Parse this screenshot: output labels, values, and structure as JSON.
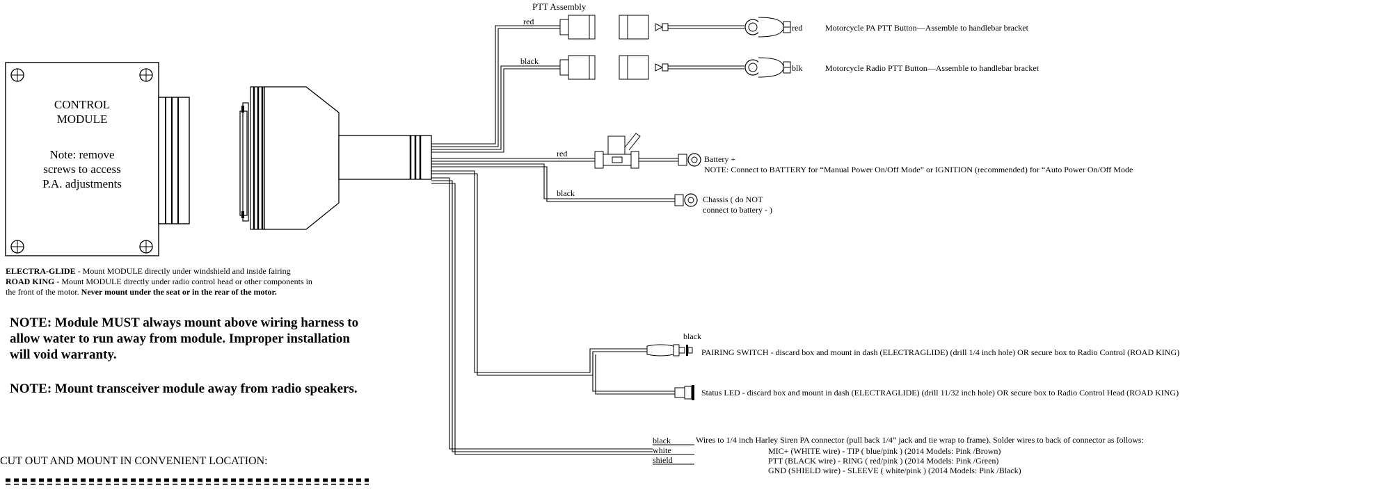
{
  "control_module": {
    "title": "CONTROL",
    "title2": "MODULE",
    "note1": "Note: remove",
    "note2": "screws to access",
    "note3": "P.A. adjustments"
  },
  "mount": {
    "electra_label": "ELECTRA-GLIDE",
    "electra_text": " - Mount MODULE directly under windshield and inside fairing",
    "roadking_label": "ROAD KING",
    "roadking_text": " - Mount MODULE directly under radio control head or other components in",
    "roadking_text2": "the front of the motor. ",
    "never_mount": "Never mount under the seat or in the rear of the motor."
  },
  "notes": {
    "note1_line1": "NOTE: Module MUST always mount above wiring harness to",
    "note1_line2": "allow water to run away from module. Improper installation",
    "note1_line3": "will void warranty.",
    "note2": "NOTE: Mount transceiver module away from radio speakers."
  },
  "cutout": "CUT OUT AND MOUNT IN CONVENIENT LOCATION:",
  "ptt": {
    "assembly_title": "PTT Assembly",
    "red": "red",
    "black": "black",
    "red_end": "red",
    "blk_end": "blk",
    "pa_button": "Motorcycle PA PTT Button—Assemble to handlebar bracket",
    "radio_button": "Motorcycle Radio PTT Button—Assemble to handlebar bracket"
  },
  "power": {
    "red": "red",
    "black": "black",
    "battery": "Battery +",
    "battery_note": "NOTE: Connect to BATTERY for “Manual Power On/Off Mode” or IGNITION (recommended) for “Auto Power On/Off Mode",
    "chassis1": "Chassis ( do NOT",
    "chassis2": "connect to battery - )"
  },
  "pairing": {
    "wire": "black",
    "text": "PAIRING SWITCH - discard box and mount in dash (ELECTRAGLIDE) (drill 1/4 inch hole)  OR secure box to Radio Control (ROAD KING)"
  },
  "led": {
    "text": "Status LED - discard box and mount in dash (ELECTRAGLIDE) (drill 11/32 inch hole) OR secure box to Radio Control Head (ROAD KING)"
  },
  "siren": {
    "black": "black",
    "white": "white",
    "shield": "shield",
    "header": "Wires to 1/4 inch Harley Siren PA connector (pull back 1/4” jack and tie wrap to frame).  Solder wires to back of connector as follows:",
    "line1": "MIC+ (WHITE wire)  -  TIP ( blue/pink ) (2014 Models: Pink /Brown)",
    "line2": "PTT   (BLACK wire)  -  RING ( red/pink ) (2014 Models: Pink /Green)",
    "line3": "GND (SHIELD wire)  -  SLEEVE ( white/pink ) (2014 Models: Pink /Black)"
  }
}
